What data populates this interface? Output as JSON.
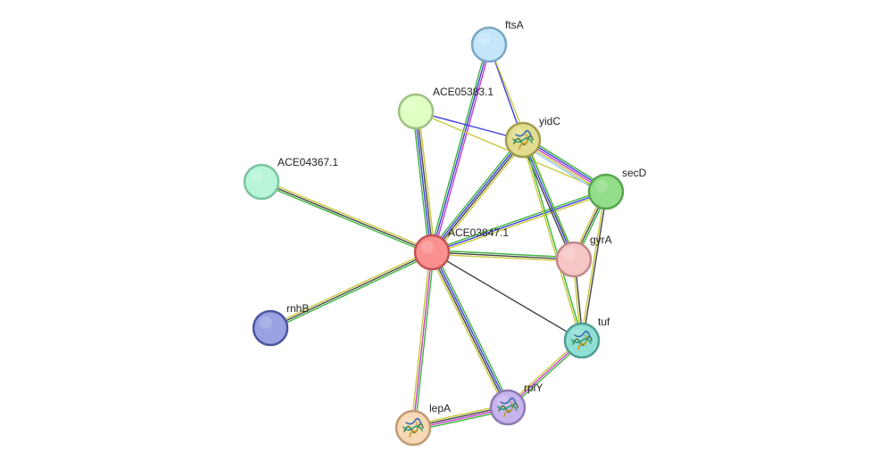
{
  "network": {
    "nodes": [
      {
        "id": "ftsA",
        "label": "ftsA",
        "fill": "#c3e6fb",
        "stroke": "#7ba6c4",
        "structure": false
      },
      {
        "id": "ACE05383.1",
        "label": "ACE05383.1",
        "fill": "#e0ffc2",
        "stroke": "#9fbf86",
        "structure": false
      },
      {
        "id": "yidC",
        "label": "yidC",
        "fill": "#e2dc8e",
        "stroke": "#a29c4e",
        "structure": true
      },
      {
        "id": "ACE04367.1",
        "label": "ACE04367.1",
        "fill": "#b8f5d8",
        "stroke": "#7cc2a0",
        "structure": false
      },
      {
        "id": "secD",
        "label": "secD",
        "fill": "#92dd88",
        "stroke": "#5aa450",
        "structure": false
      },
      {
        "id": "ACE03847.1",
        "label": "ACE03847.1",
        "fill": "#fa8f8f",
        "stroke": "#c25252",
        "structure": false
      },
      {
        "id": "gyrA",
        "label": "gyrA",
        "fill": "#f6c6c6",
        "stroke": "#c08a8a",
        "structure": false
      },
      {
        "id": "rnhB",
        "label": "rnhB",
        "fill": "#99a2e2",
        "stroke": "#4b559e",
        "structure": false
      },
      {
        "id": "tuf",
        "label": "tuf",
        "fill": "#8fdfd2",
        "stroke": "#4f9f94",
        "structure": true
      },
      {
        "id": "rplY",
        "label": "rplY",
        "fill": "#c8b4ec",
        "stroke": "#8e7ab4",
        "structure": true
      },
      {
        "id": "lepA",
        "label": "lepA",
        "fill": "#f6d8b4",
        "stroke": "#c09c74",
        "structure": true
      }
    ],
    "edges": [
      {
        "source": "ACE03847.1",
        "target": "ftsA",
        "colors": [
          "#3cb43c",
          "#3c3cdc",
          "#c83cc8"
        ]
      },
      {
        "source": "ACE03847.1",
        "target": "ACE05383.1",
        "colors": [
          "#3cb43c",
          "#3c3cdc",
          "#444444",
          "#c8c83c"
        ]
      },
      {
        "source": "ACE03847.1",
        "target": "yidC",
        "colors": [
          "#3cb43c",
          "#3c3cdc",
          "#444444",
          "#c8c83c"
        ]
      },
      {
        "source": "ACE03847.1",
        "target": "ACE04367.1",
        "colors": [
          "#3cb43c",
          "#444444",
          "#c8c83c"
        ]
      },
      {
        "source": "ACE03847.1",
        "target": "secD",
        "colors": [
          "#3cb43c",
          "#3c3cdc",
          "#c8c83c"
        ]
      },
      {
        "source": "ACE03847.1",
        "target": "gyrA",
        "colors": [
          "#3cb43c",
          "#444444",
          "#c8c83c"
        ]
      },
      {
        "source": "ACE03847.1",
        "target": "rnhB",
        "colors": [
          "#3cb43c",
          "#444444",
          "#c8c83c"
        ]
      },
      {
        "source": "ACE03847.1",
        "target": "tuf",
        "colors": [
          "#444444"
        ]
      },
      {
        "source": "ACE03847.1",
        "target": "rplY",
        "colors": [
          "#3cb43c",
          "#3c3cdc",
          "#444444",
          "#c8c83c"
        ]
      },
      {
        "source": "ACE03847.1",
        "target": "lepA",
        "colors": [
          "#3cb43c",
          "#c83cc8",
          "#c8c83c"
        ]
      },
      {
        "source": "ftsA",
        "target": "yidC",
        "colors": [
          "#3c3cdc"
        ]
      },
      {
        "source": "ftsA",
        "target": "gyrA",
        "colors": [
          "#c8c83c"
        ]
      },
      {
        "source": "ACE05383.1",
        "target": "yidC",
        "colors": [
          "#3c3cdc"
        ]
      },
      {
        "source": "ACE05383.1",
        "target": "secD",
        "colors": [
          "#c8c83c"
        ]
      },
      {
        "source": "yidC",
        "target": "secD",
        "colors": [
          "#3cb43c",
          "#3c3cdc",
          "#c83cc8",
          "#c8c83c",
          "#8ec8f0"
        ]
      },
      {
        "source": "yidC",
        "target": "gyrA",
        "colors": [
          "#3cb43c",
          "#3c3cdc",
          "#444444"
        ]
      },
      {
        "source": "yidC",
        "target": "tuf",
        "colors": [
          "#3cb43c",
          "#c8c83c"
        ]
      },
      {
        "source": "secD",
        "target": "gyrA",
        "colors": [
          "#3cb43c",
          "#444444",
          "#c8c83c"
        ]
      },
      {
        "source": "secD",
        "target": "tuf",
        "colors": [
          "#444444",
          "#c8c83c"
        ]
      },
      {
        "source": "gyrA",
        "target": "tuf",
        "colors": [
          "#444444",
          "#c8c83c"
        ]
      },
      {
        "source": "tuf",
        "target": "rplY",
        "colors": [
          "#3cb43c",
          "#c83cc8",
          "#c8c83c"
        ]
      },
      {
        "source": "rplY",
        "target": "lepA",
        "colors": [
          "#3cb43c",
          "#c83cc8",
          "#444444",
          "#c8c83c"
        ]
      }
    ]
  }
}
